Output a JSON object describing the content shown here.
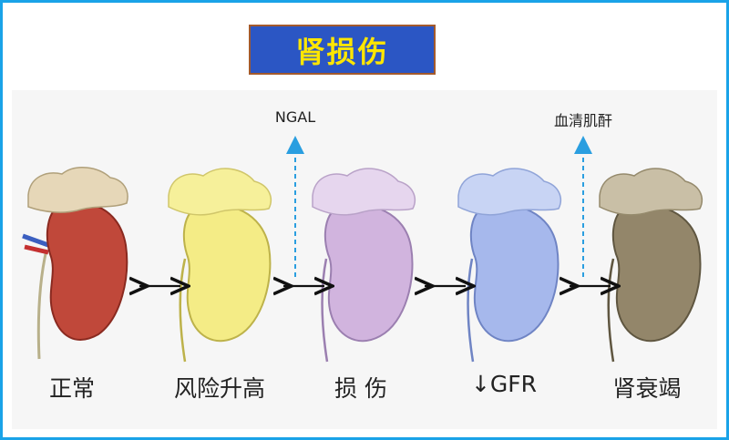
{
  "title": "肾损伤",
  "colors": {
    "frame_border": "#1aa3e8",
    "title_bg": "#2b56c4",
    "title_text": "#ffe600",
    "marker_arrow": "#2a9ee0",
    "cap_normal": "#e6d7b8"
  },
  "stages": [
    {
      "label": "正常",
      "fill": "#c0483a",
      "stroke": "#8a2a20",
      "cap": "#e6d7b8"
    },
    {
      "label": "风险升高",
      "fill": "#f4ec86",
      "stroke": "#bdb24a",
      "cap": "#f6f09a"
    },
    {
      "label": "损 伤",
      "fill": "#d1b4de",
      "stroke": "#9b7fb0",
      "cap": "#e6d6ee"
    },
    {
      "label": "↓GFR",
      "fill": "#a6b8ec",
      "stroke": "#6f84c4",
      "cap": "#c8d4f4"
    },
    {
      "label": "肾衰竭",
      "fill": "#93866a",
      "stroke": "#5f5640",
      "cap": "#c9bfa6"
    }
  ],
  "markers": [
    {
      "label": "NGAL"
    },
    {
      "label": "血清肌酐"
    }
  ]
}
